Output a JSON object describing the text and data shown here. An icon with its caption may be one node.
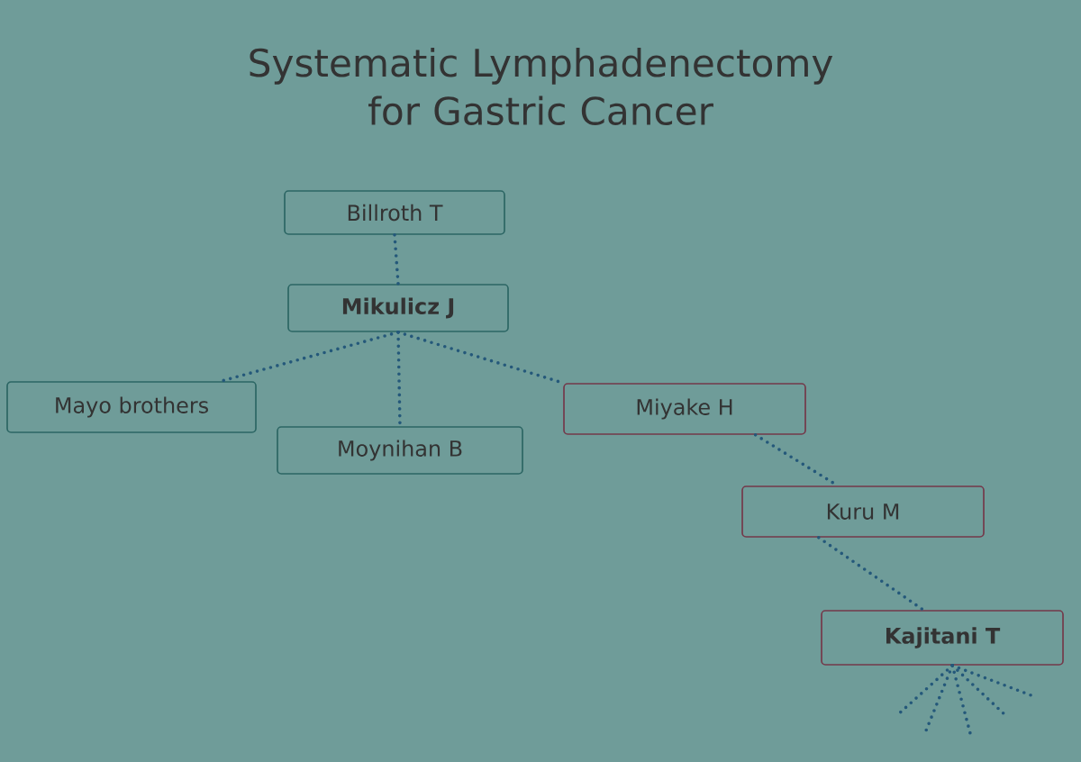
{
  "diagram": {
    "title": "Systematic Lymphadenectomy for Gastric Cancer",
    "nodes": [
      {
        "text": [
          "Billroth T"
        ]
      },
      {
        "text": [
          "Mikulicz J"
        ]
      },
      {
        "text": [
          "Mayo brothers"
        ]
      },
      {
        "text": [
          "Moynihan B"
        ]
      },
      {
        "text": [
          "Miyake H"
        ]
      },
      {
        "text": [
          "Kuru M"
        ]
      },
      {
        "text": [
          "Kajitani T"
        ]
      }
    ],
    "edges": [
      {
        "from": 0,
        "to": 1,
        "arrow": "none"
      },
      {
        "from": 1,
        "to": 2,
        "arrow": "none"
      },
      {
        "from": 1,
        "to": 3,
        "arrow": "none"
      },
      {
        "from": 1,
        "to": 4,
        "arrow": "none"
      },
      {
        "from": 4,
        "to": 5,
        "arrow": "none"
      },
      {
        "from": 5,
        "to": 6,
        "arrow": "none"
      },
      {
        "from": 6,
        "to": null,
        "arrow": "none"
      },
      {
        "from": 6,
        "to": null,
        "arrow": "none"
      },
      {
        "from": 6,
        "to": null,
        "arrow": "none"
      },
      {
        "from": 6,
        "to": null,
        "arrow": "none"
      },
      {
        "from": 6,
        "to": null,
        "arrow": "none"
      }
    ]
  }
}
